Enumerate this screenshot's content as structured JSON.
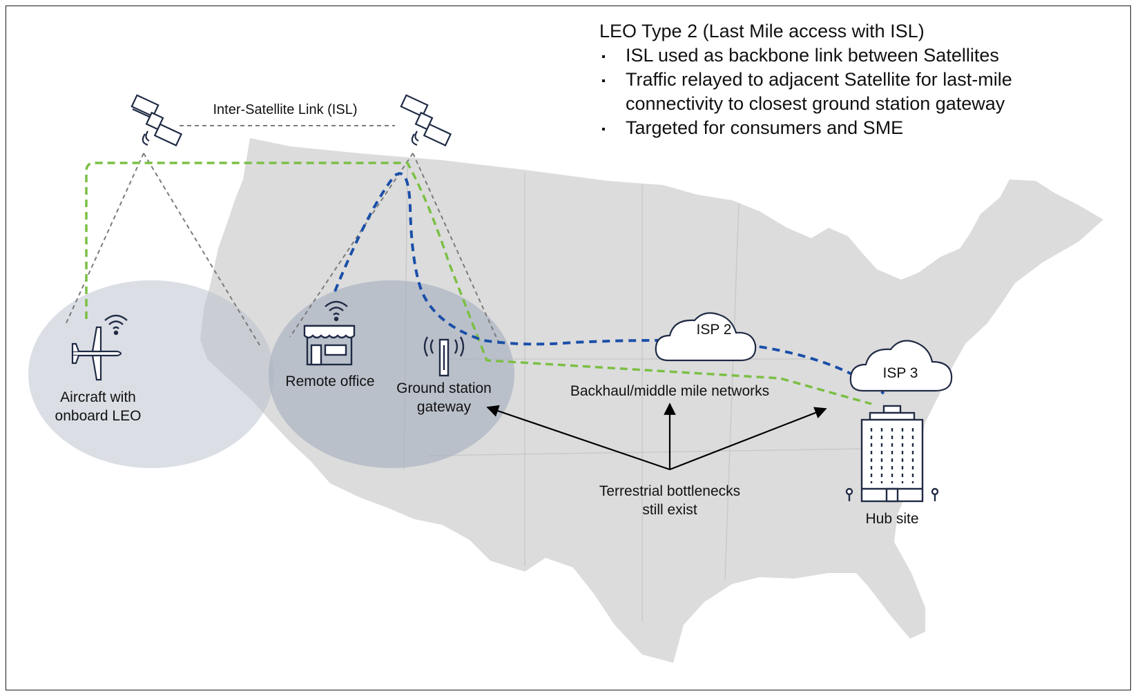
{
  "header": {
    "title": "LEO Type 2 (Last Mile access with ISL)",
    "bullets": [
      "ISL used as backbone link between Satellites",
      "Traffic relayed to adjacent Satellite for last-mile connectivity to closest ground station gateway",
      "Targeted for consumers and SME"
    ]
  },
  "links": {
    "isl": "Inter-Satellite Link (ISL)"
  },
  "nodes": {
    "aircraft_line1": "Aircraft with",
    "aircraft_line2": "onboard LEO",
    "remote_office": "Remote office",
    "gateway_line1": "Ground station",
    "gateway_line2": "gateway",
    "isp2": "ISP 2",
    "isp3": "ISP 3",
    "hub_site": "Hub site"
  },
  "annotations": {
    "backhaul": "Backhaul/middle mile networks",
    "bottleneck_line1": "Terrestrial bottlenecks",
    "bottleneck_line2": "still exist"
  },
  "colors": {
    "map": "#dcdcdc",
    "coverage": "#b7bfcc",
    "icon": "#1f2a44",
    "blue_path": "#1a4fa8",
    "green_path": "#7bbf44",
    "grey_dash": "#7a7a7a"
  },
  "icons": [
    "satellite-icon",
    "wifi-icon",
    "airplane-icon",
    "storefront-icon",
    "antenna-tower-icon",
    "cloud-icon",
    "building-icon"
  ]
}
